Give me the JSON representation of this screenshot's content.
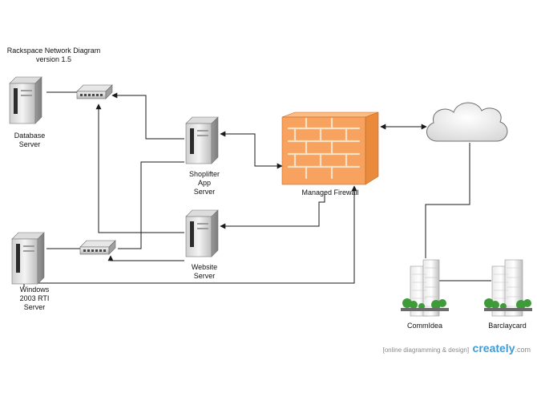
{
  "title_line1": "Rackspace Network Diagram",
  "title_line2": "version 1.5",
  "nodes": {
    "database_server": [
      "Database",
      "Server"
    ],
    "shoplifter_server": [
      "Shoplifter",
      "App",
      "Server"
    ],
    "website_server": [
      "Website",
      "Server"
    ],
    "windows_server": [
      "Windows",
      "2003 RTI",
      "Server"
    ],
    "firewall": "Managed Firewall",
    "commidea": "CommIdea",
    "barclaycard": "Barclaycard"
  },
  "watermark": {
    "tagline": "[online diagramming & design]",
    "logo": "creately",
    "suffix": ".com"
  },
  "colors": {
    "firewall_face": "#f7a25e",
    "firewall_side": "#e98a3d",
    "firewall_top": "#fbbd86",
    "line": "#1a1a1a",
    "watermark_accent": "#3d9bd6"
  },
  "icons": {
    "servers": "server-tower-icon",
    "switches": "network-switch-icon",
    "firewall": "brick-firewall-icon",
    "internet": "cloud-icon",
    "offices": "office-building-icon"
  }
}
